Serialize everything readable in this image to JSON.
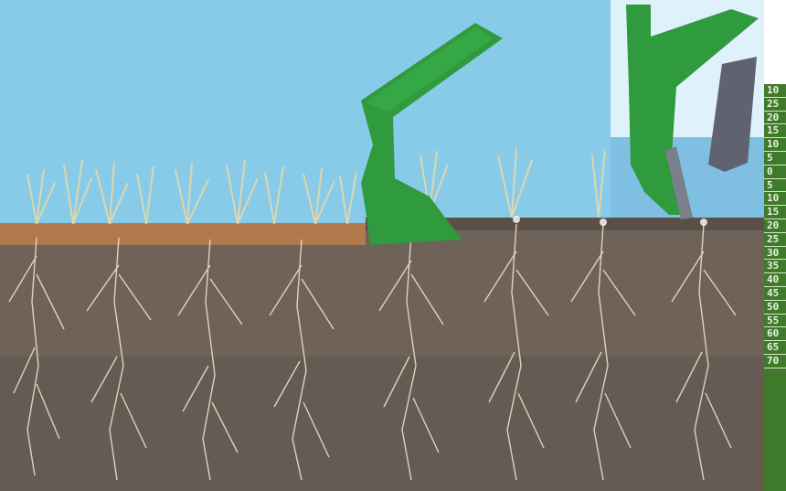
{
  "scene": {
    "subject": "tillage shank cutting through soil with plant stubble and roots",
    "colors": {
      "sky": "#87cbe9",
      "residue_layer": "#b07a4d",
      "soil": "#6f6258",
      "shank": "#2f9a3e",
      "roots": "#f2e7d2",
      "stubble": "#e7d8a6",
      "point": "#5f6270"
    }
  },
  "ruler": {
    "ticks": [
      "10",
      "25",
      "20",
      "15",
      "10",
      "5",
      "0",
      "5",
      "10",
      "15",
      "20",
      "25",
      "30",
      "35",
      "40",
      "45",
      "50",
      "55",
      "60",
      "65",
      "70"
    ]
  }
}
